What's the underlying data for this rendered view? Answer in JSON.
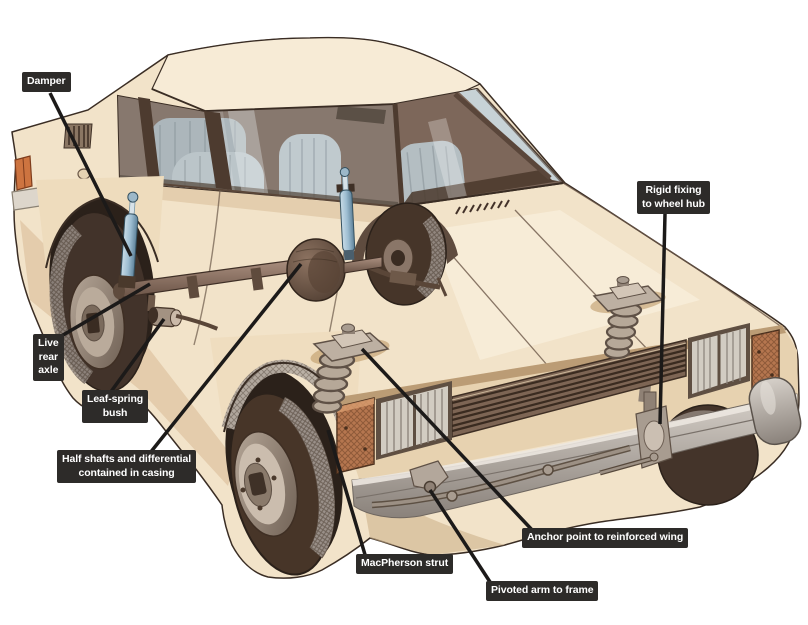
{
  "diagram": {
    "description": "Cutaway illustration of a saloon car showing rear leaf-spring live axle and front MacPherson strut suspension",
    "background_color": "#ffffff",
    "annotation_style": {
      "box_color": "#2d2b29",
      "text_color": "#ffffff",
      "leader_color": "#1c1a19"
    },
    "car_colors": {
      "body_cream": "#f2e3c9",
      "outline_brown": "#3a2d24",
      "glass_blue": "#c7d2d6",
      "interior_brown": "#6f5a4c",
      "seat_gray": "#bcc5c9",
      "tire_brown": "#44342a",
      "damper_blue": "#a9c4d6",
      "indicator_orange": "#b5764f",
      "bumper_gray": "#b3aca6",
      "grille_brown": "#7d6554"
    },
    "annotations": [
      {
        "id": "damper",
        "text": "Damper"
      },
      {
        "id": "live-rear-axle",
        "text": "Live\nrear\naxle"
      },
      {
        "id": "leaf-spring-bush",
        "text": "Leaf-spring\nbush"
      },
      {
        "id": "half-shafts",
        "text": "Half shafts and differential\ncontained in casing"
      },
      {
        "id": "macpherson-strut",
        "text": "MacPherson strut"
      },
      {
        "id": "pivoted-arm",
        "text": "Pivoted arm to frame"
      },
      {
        "id": "anchor-point",
        "text": "Anchor point to reinforced wing"
      },
      {
        "id": "rigid-fixing",
        "text": "Rigid fixing\nto wheel hub"
      }
    ]
  }
}
